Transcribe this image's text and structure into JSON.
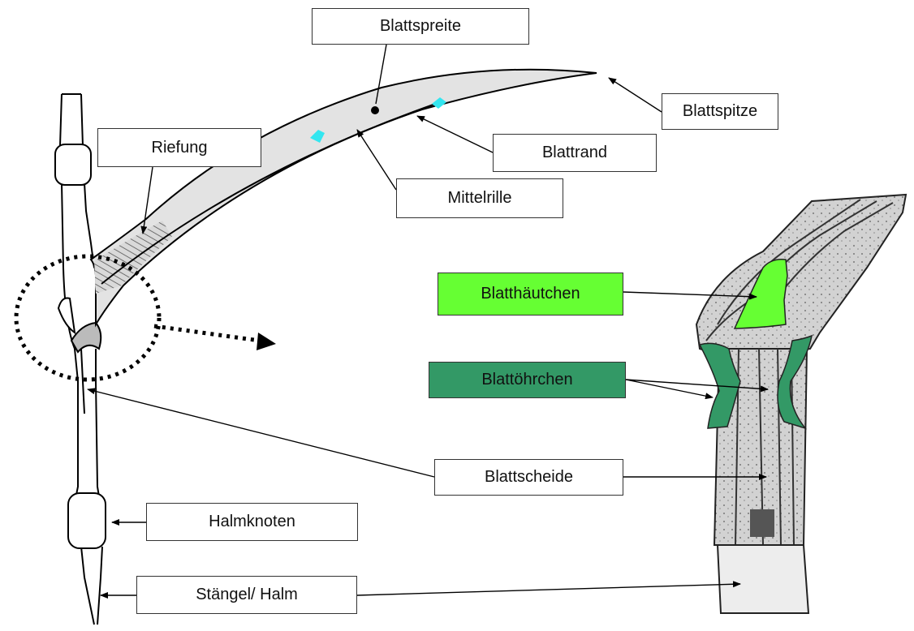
{
  "labels": {
    "blattspreite": "Blattspreite",
    "blattspitze": "Blattspitze",
    "riefung": "Riefung",
    "blattrand": "Blattrand",
    "mittelrille": "Mittelrille",
    "blatthaeutchen": "Blatthäutchen",
    "blattoehrchen": "Blattöhrchen",
    "blattscheide": "Blattscheide",
    "halmknoten": "Halmknoten",
    "staengel": "Stängel/ Halm"
  },
  "colors": {
    "blatthaeutchen": "#66ff33",
    "blattoehrchen": "#339966",
    "highlight": "#33e6f0",
    "leaf_fill": "#e3e3e3"
  }
}
